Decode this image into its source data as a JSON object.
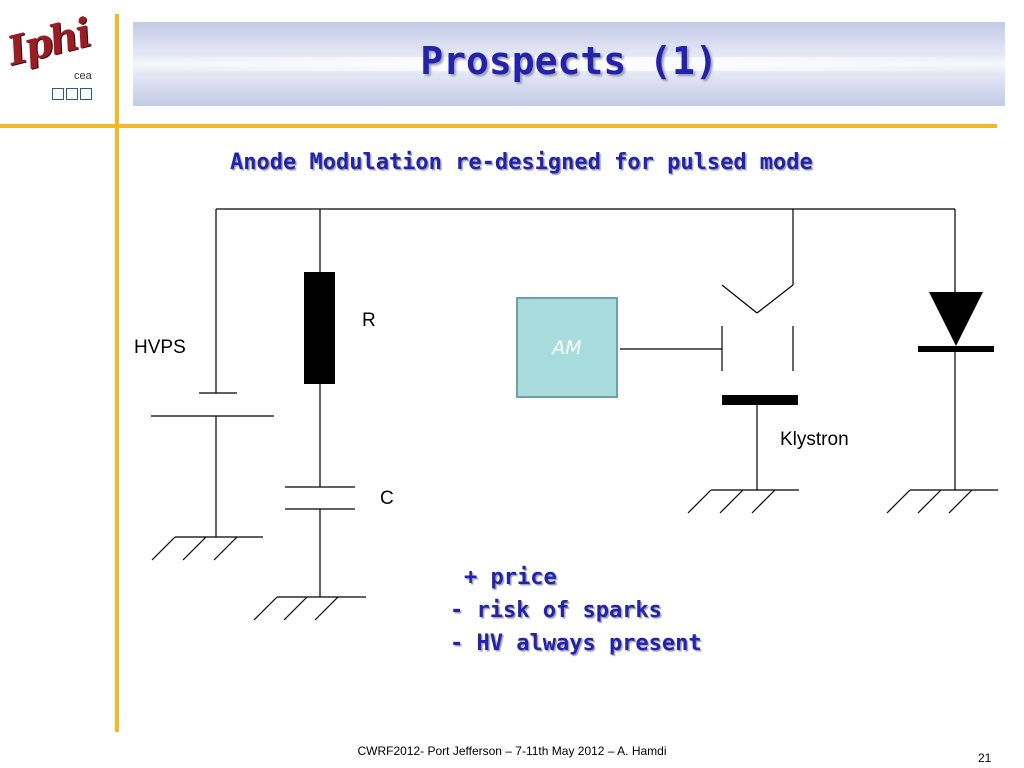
{
  "logo": {
    "text": "Iphi",
    "sub": "cea"
  },
  "slide": {
    "title": "Prospects (1)",
    "subtitle": "Anode Modulation re-designed for pulsed mode"
  },
  "diagram": {
    "labels": {
      "hvps": "HVPS",
      "resistor": "R",
      "capacitor": "C",
      "am": "AM",
      "klystron": "Klystron"
    }
  },
  "bullets": [
    "+ price",
    "- risk of sparks",
    "- HV always present"
  ],
  "footer": {
    "text": "CWRF2012- Port Jefferson – 7-11th May 2012 – A. Hamdi",
    "page": "21"
  },
  "colors": {
    "accent_rule": "#f5b822",
    "title_text": "#2222aa",
    "am_box_fill": "#a9dcdc",
    "logo_red": "#9b1d24"
  }
}
